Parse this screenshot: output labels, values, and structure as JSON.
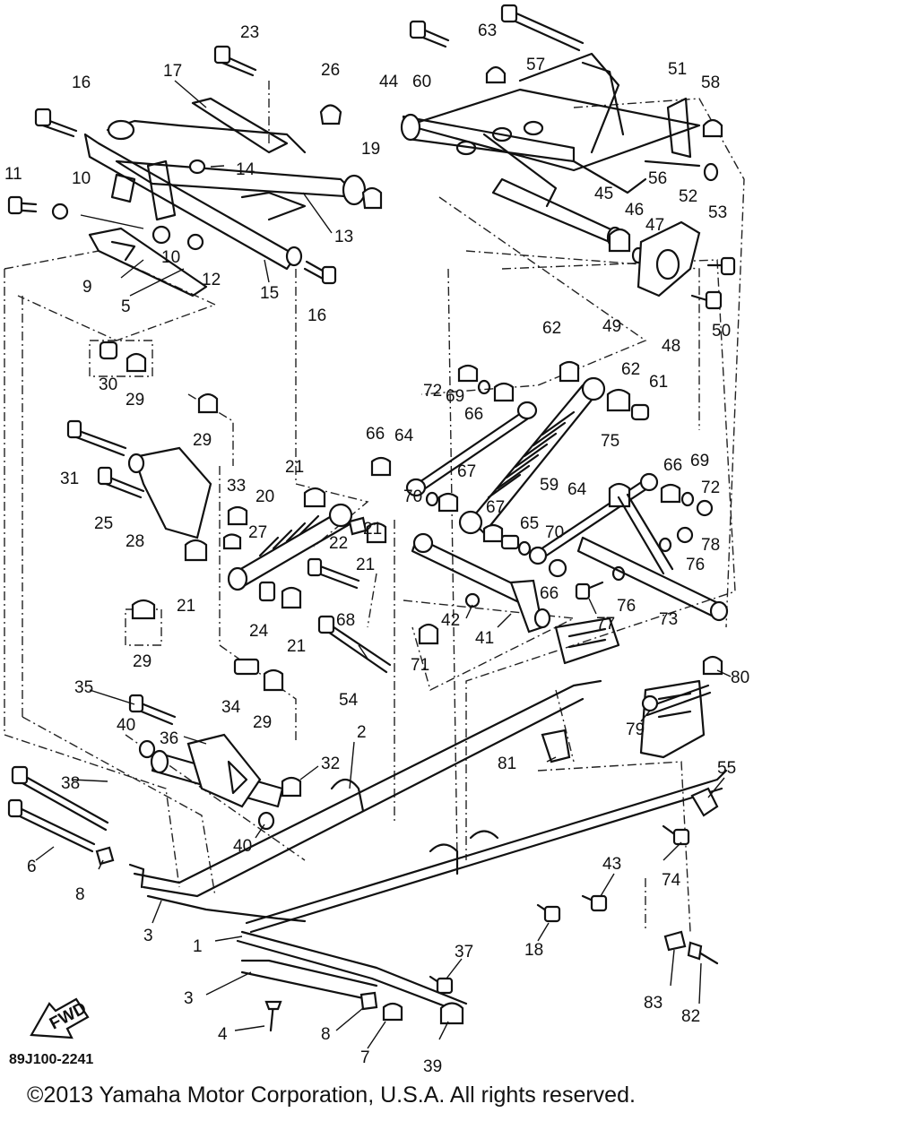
{
  "diagram": {
    "reference_code": "89J100-2241",
    "copyright": "©2013 Yamaha Motor Corporation, U.S.A. All rights reserved.",
    "fwd_label": "FWD",
    "callouts": [
      "1",
      "2",
      "3",
      "3",
      "4",
      "5",
      "6",
      "7",
      "8",
      "8",
      "9",
      "10",
      "10",
      "11",
      "12",
      "13",
      "14",
      "15",
      "16",
      "16",
      "17",
      "18",
      "19",
      "20",
      "21",
      "21",
      "21",
      "21",
      "21",
      "22",
      "23",
      "24",
      "25",
      "26",
      "27",
      "28",
      "29",
      "29",
      "29",
      "29",
      "30",
      "31",
      "32",
      "33",
      "34",
      "35",
      "36",
      "37",
      "38",
      "39",
      "40",
      "40",
      "41",
      "42",
      "43",
      "44",
      "45",
      "46",
      "47",
      "48",
      "49",
      "50",
      "51",
      "52",
      "53",
      "54",
      "55",
      "56",
      "57",
      "58",
      "59",
      "60",
      "61",
      "62",
      "62",
      "63",
      "64",
      "64",
      "65",
      "66",
      "66",
      "66",
      "66",
      "67",
      "67",
      "68",
      "69",
      "69",
      "70",
      "70",
      "71",
      "72",
      "72",
      "73",
      "74",
      "75",
      "76",
      "76",
      "77",
      "78",
      "79",
      "80",
      "81",
      "82",
      "83"
    ]
  }
}
